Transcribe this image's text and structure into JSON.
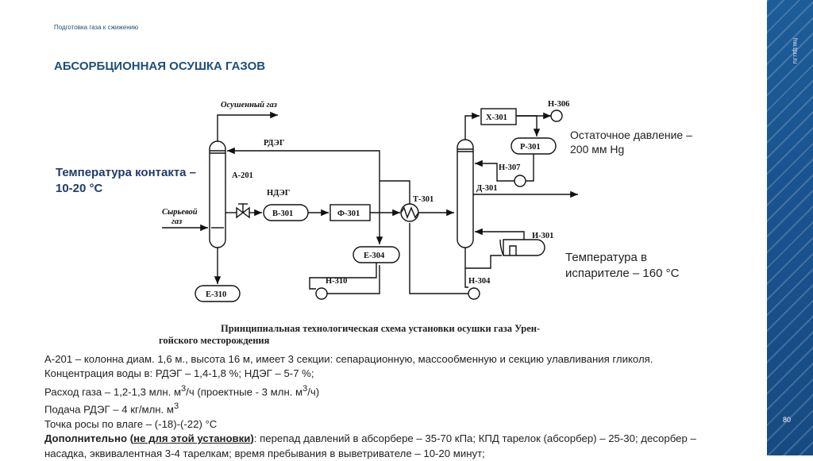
{
  "header": {
    "section": "Подготовка газа к сжижению",
    "title": "АБСОРБЦИОННАЯ ОСУШКА ГАЗОВ",
    "site": "hw.tpu.ru",
    "page_number": "80"
  },
  "notes": {
    "contact_temp": "Температура контакта – 10-20 °C",
    "residual_pressure": "Остаточное давление – 200 мм Hg",
    "evaporator_temp": "Температура в испарителе – 160 °C"
  },
  "diagram": {
    "dried_gas": "Осушенный газ",
    "raw_gas": "Сырьевой газ",
    "rdeg": "РДЭГ",
    "ndeg": "НДЭГ",
    "a201": "А-201",
    "v301": "В-301",
    "f301": "Ф-301",
    "t301": "Т-301",
    "e304": "Е-304",
    "e310": "Е-310",
    "n310": "Н-310",
    "n304": "Н-304",
    "d301": "Д-301",
    "x301": "Х-301",
    "n306": "Н-306",
    "p301": "Р-301",
    "n307": "Н-307",
    "i301": "И-301",
    "caption_line1": "Принципиальная технологическая схема установки осушки газа Урен-",
    "caption_line2": "гойского месторождения"
  },
  "body": {
    "line1": "А-201 – колонна диам. 1,6 м., высота 16 м, имеет 3 секции: сепарационную, массообменную и секцию улавливания гликоля.",
    "line2": "Концентрация воды в: РДЭГ – 1,4-1,8 %; НДЭГ – 5-7 %;",
    "line3_pre": "Расход газа – 1,2-1,3 млн. м",
    "line3_sup1": "3",
    "line3_mid": "/ч (проектные - 3 млн. м",
    "line3_sup2": "3",
    "line3_end": "/ч)",
    "line4_pre": "Подача РДЭГ – 4 кг/млн. м",
    "line4_sup": "3",
    "line5": "Точка росы по влаге – (-18)-(-22) °C",
    "line6_bold": "Дополнительно (",
    "line6_underline": "не для этой установки",
    "line6_bold_end": ")",
    "line6_rest": ": перепад давлений в абсорбере – 35-70 кПа; КПД тарелок (абсорбер) – 25-30; десорбер –",
    "line7": "насадка, эквивалентная 3-4 тарелкам; время пребывания в выветривателе – 10-20 минут;"
  }
}
